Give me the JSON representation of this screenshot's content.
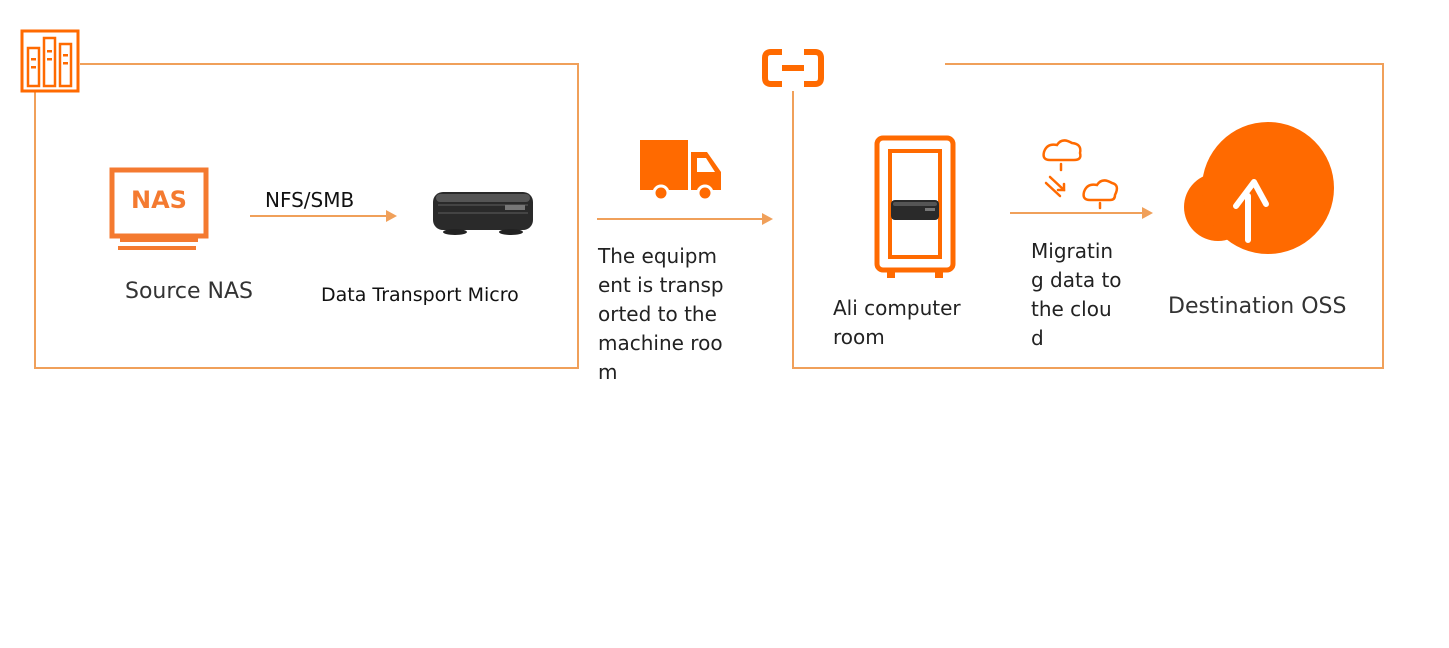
{
  "colors": {
    "accent": "#ff6a00",
    "line": "#f0a05a",
    "device": "#2a2a2a",
    "text": "#333333"
  },
  "icons": {
    "onprem": "server-rack-icon",
    "cloud_brand": "cloud-brand-icon",
    "nas": "nas-monitor-icon",
    "device": "data-transport-device-icon",
    "truck": "truck-icon",
    "rack": "server-cabinet-icon",
    "sync": "cloud-sync-icon",
    "oss": "cloud-upload-icon"
  },
  "source": {
    "nas_badge": "NAS",
    "nas_label": "Source NAS",
    "protocol": "NFS/SMB",
    "device_label": "Data Transport Micro"
  },
  "transport": {
    "label": "The equipment is transported to the machine room"
  },
  "destination": {
    "room_label": "Ali computer room",
    "migrate_label": "Migrating data to the cloud",
    "oss_label": "Destination OSS"
  }
}
